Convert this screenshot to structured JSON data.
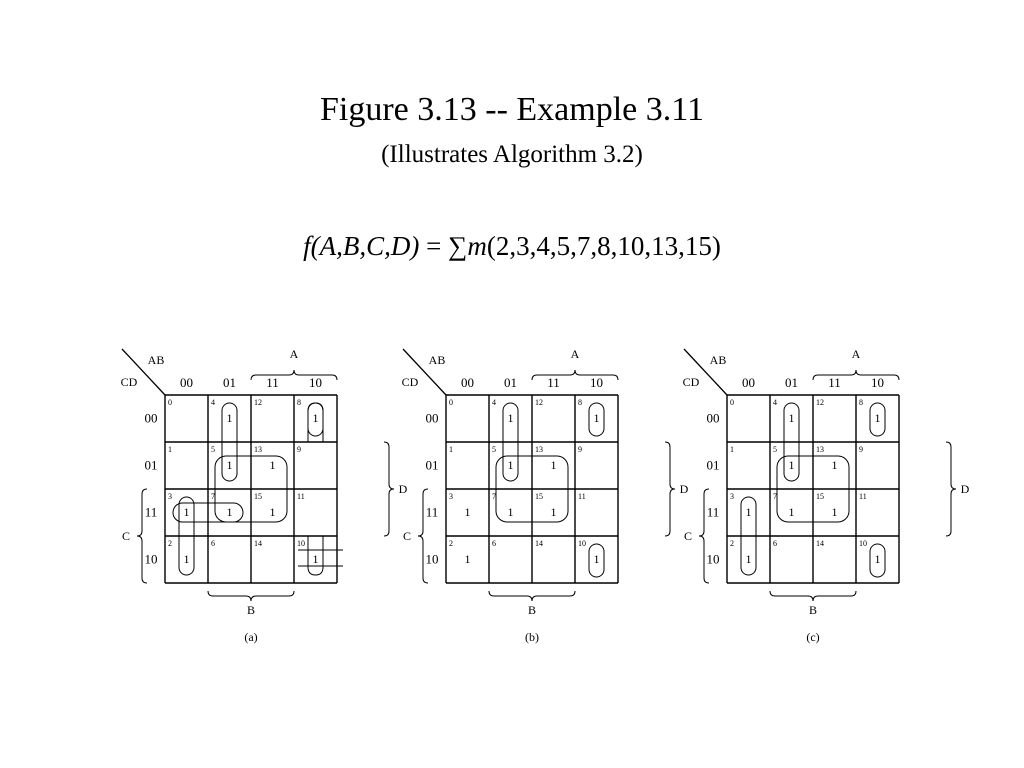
{
  "header": {
    "title": "Figure 3.13  -- Example 3.11",
    "subtitle": "(Illustrates Algorithm 3.2)"
  },
  "formula": {
    "lhs": "f(A,B,C,D)",
    "equals": " = ",
    "sum": "∑",
    "m": "m",
    "args": "(2,3,4,5,7,8,10,13,15)"
  },
  "labels": {
    "row_var": "CD",
    "col_var": "AB",
    "col_codes": [
      "00",
      "01",
      "11",
      "10"
    ],
    "row_codes": [
      "00",
      "01",
      "11",
      "10"
    ],
    "var_a": "A",
    "var_b": "B",
    "var_c": "C",
    "var_d": "D",
    "one": "1"
  },
  "cell_numbers": [
    [
      0,
      4,
      12,
      8
    ],
    [
      1,
      5,
      13,
      9
    ],
    [
      3,
      7,
      15,
      11
    ],
    [
      2,
      6,
      14,
      10
    ]
  ],
  "maps": [
    {
      "caption": "(a)",
      "ones": [
        [
          0,
          1
        ],
        [
          0,
          3
        ],
        [
          1,
          1
        ],
        [
          1,
          2
        ],
        [
          2,
          0
        ],
        [
          2,
          1
        ],
        [
          2,
          2
        ],
        [
          3,
          0
        ],
        [
          3,
          3
        ]
      ],
      "groups": [
        {
          "type": "rect",
          "cells": [
            [
              0,
              1
            ],
            [
              1,
              1
            ]
          ]
        },
        {
          "type": "rect",
          "cells": [
            [
              0,
              3
            ],
            [
              0,
              3
            ]
          ]
        },
        {
          "type": "rect",
          "cells": [
            [
              1,
              1
            ],
            [
              2,
              2
            ]
          ]
        },
        {
          "type": "rect",
          "cells": [
            [
              2,
              0
            ],
            [
              2,
              1
            ]
          ]
        },
        {
          "type": "rect",
          "cells": [
            [
              2,
              0
            ],
            [
              3,
              0
            ]
          ]
        },
        {
          "type": "wrap",
          "col": 3
        }
      ]
    },
    {
      "caption": "(b)",
      "ones": [
        [
          0,
          1
        ],
        [
          0,
          3
        ],
        [
          1,
          1
        ],
        [
          1,
          2
        ],
        [
          2,
          0
        ],
        [
          2,
          1
        ],
        [
          2,
          2
        ],
        [
          3,
          0
        ],
        [
          3,
          3
        ]
      ],
      "groups": [
        {
          "type": "rect",
          "cells": [
            [
              0,
              1
            ],
            [
              1,
              1
            ]
          ]
        },
        {
          "type": "rect",
          "cells": [
            [
              0,
              3
            ],
            [
              0,
              3
            ]
          ]
        },
        {
          "type": "rect",
          "cells": [
            [
              1,
              1
            ],
            [
              2,
              2
            ]
          ]
        },
        {
          "type": "rect",
          "cells": [
            [
              3,
              3
            ],
            [
              3,
              3
            ]
          ]
        }
      ]
    },
    {
      "caption": "(c)",
      "ones": [
        [
          0,
          1
        ],
        [
          0,
          3
        ],
        [
          1,
          1
        ],
        [
          1,
          2
        ],
        [
          2,
          0
        ],
        [
          2,
          1
        ],
        [
          2,
          2
        ],
        [
          3,
          0
        ],
        [
          3,
          3
        ]
      ],
      "groups": [
        {
          "type": "rect",
          "cells": [
            [
              0,
              1
            ],
            [
              1,
              1
            ]
          ]
        },
        {
          "type": "rect",
          "cells": [
            [
              0,
              3
            ],
            [
              0,
              3
            ]
          ]
        },
        {
          "type": "rect",
          "cells": [
            [
              1,
              1
            ],
            [
              2,
              2
            ]
          ]
        },
        {
          "type": "rect",
          "cells": [
            [
              2,
              0
            ],
            [
              3,
              0
            ]
          ]
        },
        {
          "type": "rect",
          "cells": [
            [
              3,
              3
            ],
            [
              3,
              3
            ]
          ]
        }
      ]
    }
  ]
}
